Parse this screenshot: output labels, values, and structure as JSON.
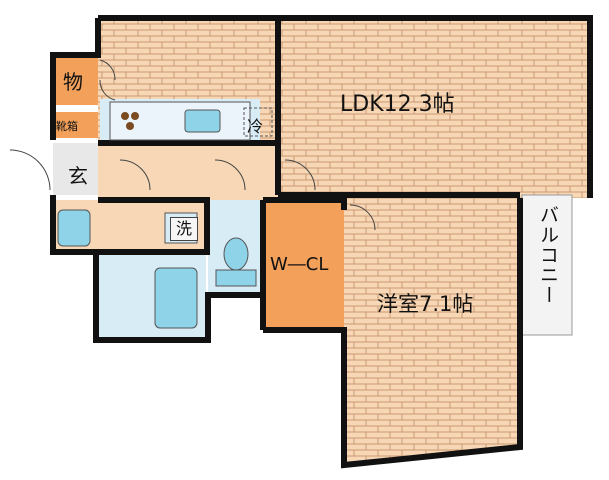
{
  "rooms": {
    "ldk": "LDK12.3帖",
    "western": "洋室7.1帖",
    "wcl": "W―CL",
    "balcony": "バルコニー",
    "storage": "物",
    "shoe_box": "靴箱",
    "entrance": "玄",
    "laundry": "洗",
    "fridge": "冷"
  },
  "colors": {
    "wall": "#111111",
    "floor_wood": "#f7d7b5",
    "brick_line": "#c99a72",
    "closet": "#f2a05a",
    "wet_area": "#d8ecf6",
    "balcony": "#f3f3f3"
  }
}
